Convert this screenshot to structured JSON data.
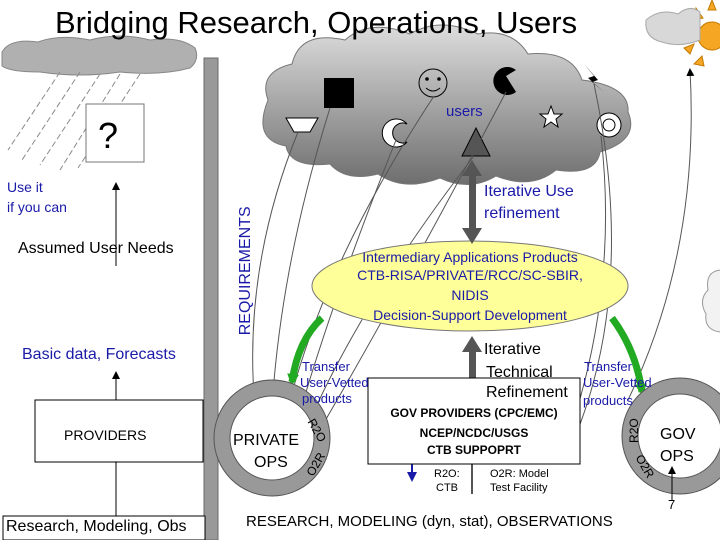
{
  "title": "Bridging Research, Operations, Users",
  "left_column": {
    "question_mark": "?",
    "use_it_line1": "Use it",
    "use_it_line2": "if you can",
    "assumed_needs": "Assumed User Needs",
    "basic_data": "Basic data, Forecasts",
    "providers": "PROVIDERS",
    "research_box": "Research, Modeling, Obs"
  },
  "requirements_label": "REQUIREMENTS",
  "users_label": "users",
  "iterative_use_line1": "Iterative Use",
  "iterative_use_line2": "refinement",
  "intermediary": {
    "line1": "Intermediary Applications Products",
    "line2": "CTB-RISA/PRIVATE/RCC/SC-SBIR,",
    "line3": "NIDIS",
    "line4": "Decision-Support Development"
  },
  "transfer_left": {
    "line1": "Transfer",
    "line2": "User-Vetted",
    "line3": "products"
  },
  "iterative_tech": {
    "line1": "Iterative",
    "line2": "Technical",
    "line3": "Refinement"
  },
  "transfer_right": {
    "line1": "Transfer",
    "line2": "User-Vetted",
    "line3": "products"
  },
  "private_ops": {
    "line1": "PRIVATE",
    "line2": "OPS",
    "r2o": "R2O",
    "o2r": "O2R"
  },
  "gov_providers": {
    "line1": "GOV PROVIDERS (CPC/EMC)",
    "line2": "NCEP/NCDC/USGS",
    "line3": "CTB SUPPOPRT",
    "r2o_line1": "R2O:",
    "r2o_line2": "CTB",
    "o2r_line1": "O2R: Model",
    "o2r_line2": "Test Facility"
  },
  "gov_ops": {
    "line1": "GOV",
    "line2": "OPS",
    "r2o": "R2O",
    "o2r": "O2R"
  },
  "page_number": "7",
  "bottom_bar": "RESEARCH, MODELING (dyn, stat), OBSERVATIONS",
  "colors": {
    "text_blue": "#1a1aa8",
    "arrow_green": "#22aa22",
    "ellipse_fill": "#ffff99",
    "sun": "#f5a623",
    "gray_pole": "#999999"
  }
}
